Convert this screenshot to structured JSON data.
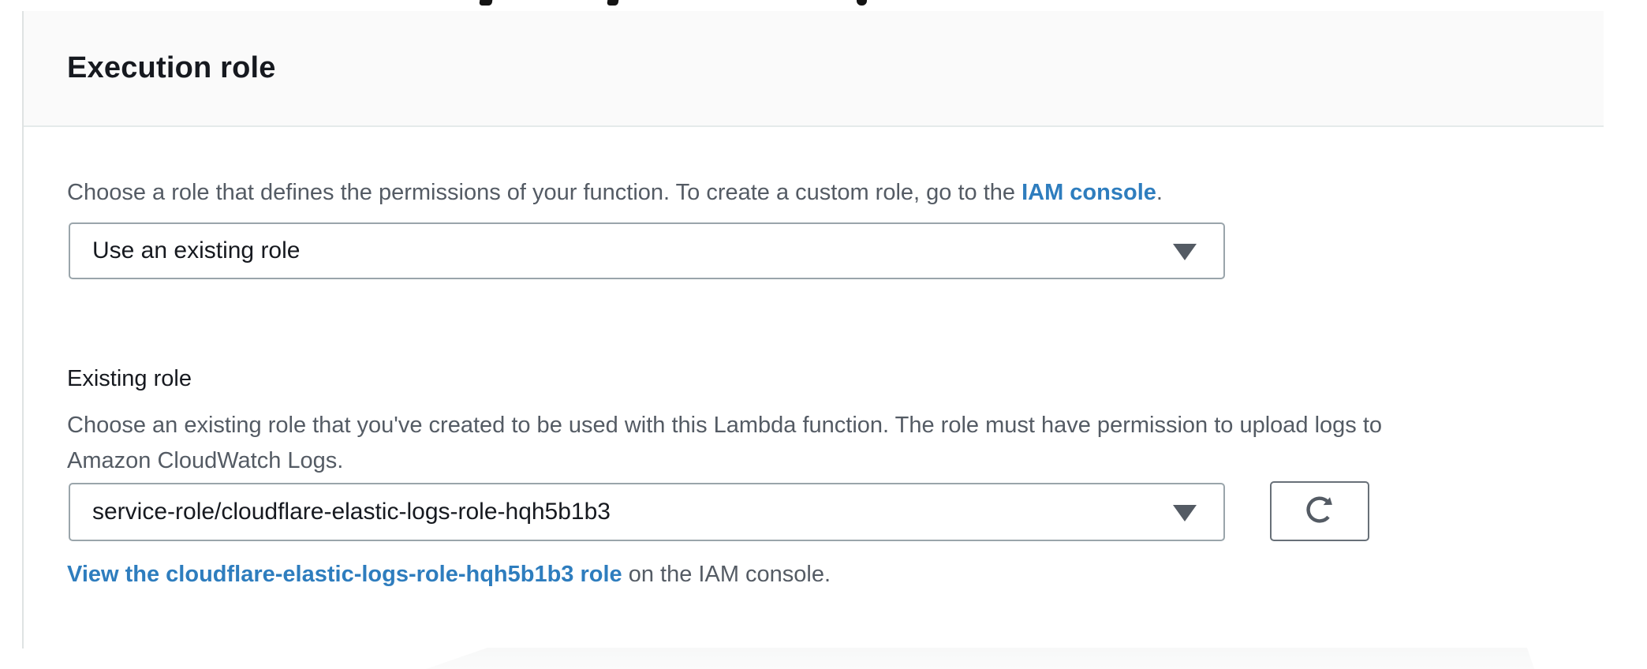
{
  "colors": {
    "link_blue": "#2e7dbe",
    "text_dark": "#16191f",
    "text_gray": "#545b64",
    "input_border": "#9aa5ab",
    "header_bg": "#fafafa",
    "divider": "#e5eaea"
  },
  "panel": {
    "title": "Execution role",
    "intro": {
      "text_before_link": "Choose a role that defines the permissions of your function. To create a custom role, go to the ",
      "link_label": "IAM console",
      "text_after_link": "."
    },
    "role_source_select": {
      "value": "Use an existing role",
      "caret_icon": "chevron-down-icon"
    },
    "existing_role_field": {
      "label": "Existing role",
      "description_line1": "Choose an existing role that you've created to be used with this Lambda function. The role must have permission to upload logs to",
      "description_line2": "Amazon CloudWatch Logs.",
      "select_value": "service-role/cloudflare-elastic-logs-role-hqh5b1b3",
      "caret_icon": "chevron-down-icon",
      "refresh_icon": "refresh-icon"
    },
    "view_role_line": {
      "link_label": "View the cloudflare-elastic-logs-role-hqh5b1b3 role",
      "text_after_link": " on the IAM console."
    }
  }
}
